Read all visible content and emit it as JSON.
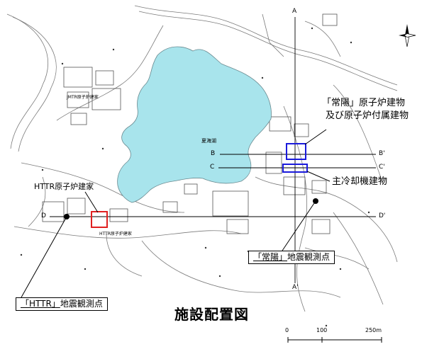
{
  "map": {
    "lake_label": "夏海湖",
    "title": "施設配置図",
    "north_symbol": "north-arrow",
    "colors": {
      "lake": "#a8e4ec",
      "lake_stroke": "#6a8a90",
      "joyo_building": "#1a1adc",
      "httr_building": "#e02020",
      "line": "#000000"
    },
    "section_markers": {
      "a_top": "A",
      "a_bottom": "A'",
      "b_left": "B",
      "b_right": "B'",
      "c_left": "C",
      "c_right": "C'",
      "d_left": "D",
      "d_right": "D'"
    },
    "labels": {
      "joyo_reactor_building_line1": "「常陽」原子炉建物",
      "joyo_reactor_building_line2": "及び原子炉付属建物",
      "main_cooling_building": "主冷却機建物",
      "httr_reactor_building": "HTTR原子炉建家",
      "httr_small_map_text": "HTTR原子炉建家",
      "joyo_seismic_station_pre": "「常陽」",
      "joyo_seismic_station_post": "地震観測点",
      "httr_seismic_station_pre": "「HTTR」",
      "httr_seismic_station_post": "地震観測点",
      "jmtr_small_map_text": "JMTR原子炉建家"
    },
    "scale": {
      "zero": "0",
      "mid": "100",
      "end": "250m"
    }
  }
}
